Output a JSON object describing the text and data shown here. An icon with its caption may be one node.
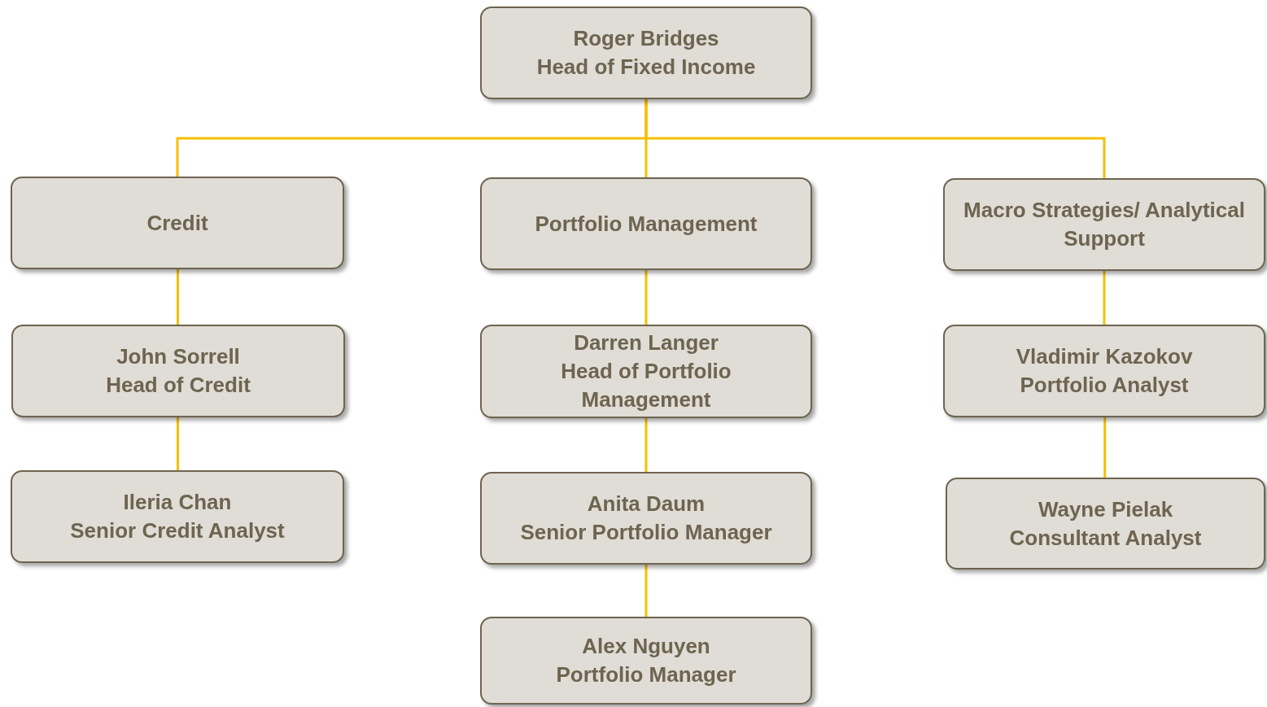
{
  "diagram": {
    "nodes": [
      {
        "text": [
          "Roger Bridges",
          "Head of Fixed Income"
        ]
      },
      {
        "text": [
          "Credit"
        ]
      },
      {
        "text": [
          "Portfolio Management"
        ]
      },
      {
        "text": [
          "Macro Strategies/ Analytical Support"
        ]
      },
      {
        "text": [
          "John Sorrell",
          "Head of Credit"
        ]
      },
      {
        "text": [
          "Darren Langer",
          "Head of Portfolio Management"
        ]
      },
      {
        "text": [
          "Vladimir Kazokov",
          "Portfolio Analyst"
        ]
      },
      {
        "text": [
          "Ileria Chan",
          "Senior Credit Analyst"
        ]
      },
      {
        "text": [
          "Anita Daum",
          "Senior Portfolio Manager"
        ]
      },
      {
        "text": [
          "Wayne Pielak",
          "Consultant Analyst"
        ]
      },
      {
        "text": [
          "Alex Nguyen",
          "Portfolio Manager"
        ]
      }
    ],
    "edges": [
      {
        "from": 0,
        "to": 1,
        "arrow": "none"
      },
      {
        "from": 0,
        "to": 2,
        "arrow": "none"
      },
      {
        "from": 0,
        "to": 3,
        "arrow": "none"
      },
      {
        "from": 1,
        "to": 4,
        "arrow": "none"
      },
      {
        "from": 4,
        "to": 7,
        "arrow": "none"
      },
      {
        "from": 2,
        "to": 5,
        "arrow": "none"
      },
      {
        "from": 5,
        "to": 8,
        "arrow": "none"
      },
      {
        "from": 8,
        "to": 10,
        "arrow": "none"
      },
      {
        "from": 3,
        "to": 6,
        "arrow": "none"
      },
      {
        "from": 6,
        "to": 9,
        "arrow": "none"
      }
    ]
  }
}
